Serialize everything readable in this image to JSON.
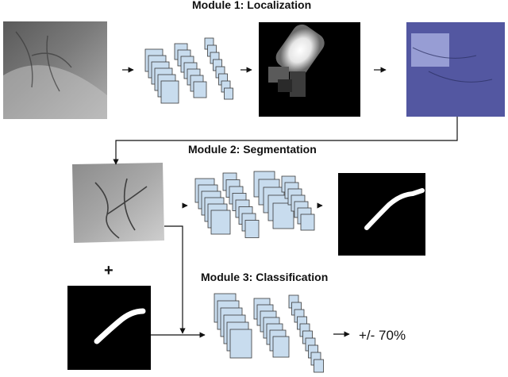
{
  "modules": {
    "m1": {
      "title": "Module 1: Localization"
    },
    "m2": {
      "title": "Module 2: Segmentation"
    },
    "m3": {
      "title": "Module 3: Classification"
    }
  },
  "operator": "+",
  "output": "+/- 70%",
  "colors": {
    "layer_fill": "#c8dcee",
    "layer_stroke": "#3a3a3a",
    "overlay_tint": "#3b3f8f",
    "arrow": "#111111"
  }
}
